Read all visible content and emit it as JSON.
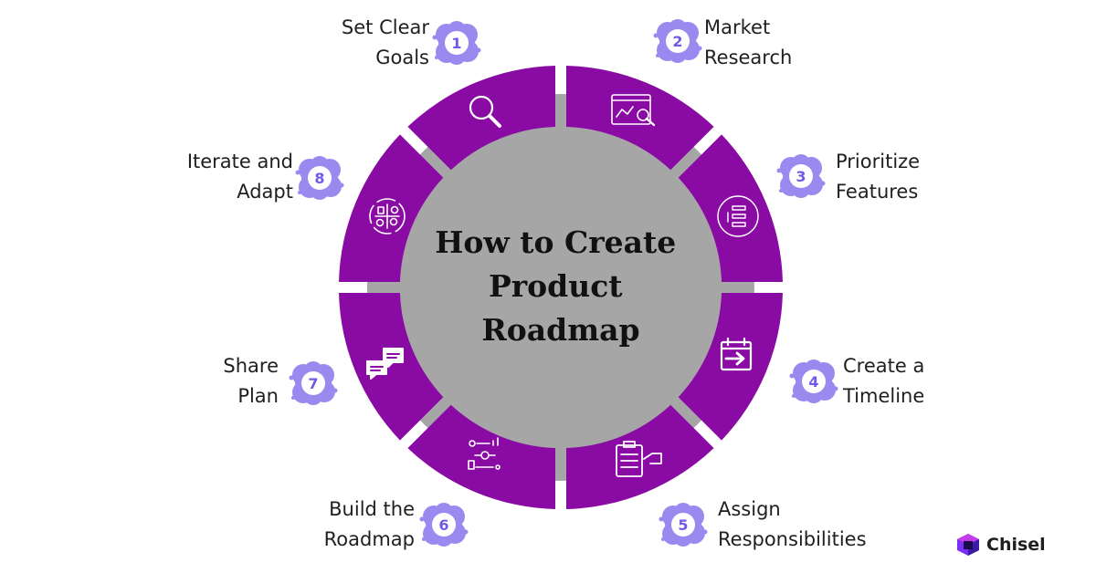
{
  "diagram": {
    "title": [
      "How to Create",
      "Product",
      "Roadmap"
    ],
    "colors": {
      "segment": "#8A0BA4",
      "ring": "#A6A6A6",
      "badge": "#9A8AF0",
      "badge_text": "#6F5BE6"
    },
    "steps": [
      {
        "number": "1",
        "lines": [
          "Set Clear",
          "Goals"
        ],
        "icon": "magnifier-icon"
      },
      {
        "number": "2",
        "lines": [
          "Market",
          "Research"
        ],
        "icon": "analytics-dashboard-icon"
      },
      {
        "number": "3",
        "lines": [
          "Prioritize",
          "Features"
        ],
        "icon": "priority-list-icon"
      },
      {
        "number": "4",
        "lines": [
          "Create a",
          "Timeline"
        ],
        "icon": "calendar-arrow-icon"
      },
      {
        "number": "5",
        "lines": [
          "Assign",
          "Responsibilities"
        ],
        "icon": "clipboard-assign-icon"
      },
      {
        "number": "6",
        "lines": [
          "Build the",
          "Roadmap"
        ],
        "icon": "workflow-icon"
      },
      {
        "number": "7",
        "lines": [
          "Share",
          "Plan"
        ],
        "icon": "chat-bubbles-icon"
      },
      {
        "number": "8",
        "lines": [
          "Iterate and",
          "Adapt"
        ],
        "icon": "iteration-cycle-icon"
      }
    ]
  },
  "brand": {
    "name": "Chisel",
    "logo_icon": "chisel-cube-icon"
  }
}
